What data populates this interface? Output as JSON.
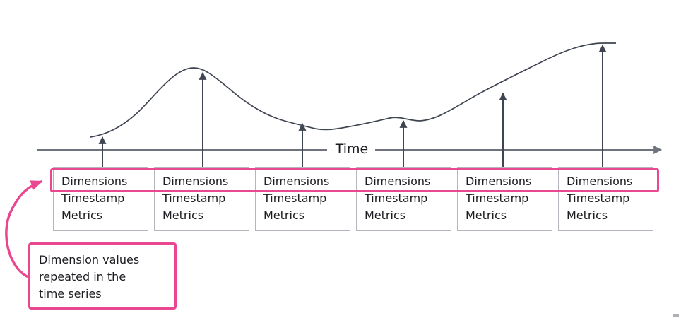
{
  "axis": {
    "label": "Time"
  },
  "records": [
    {
      "rows": [
        "Dimensions",
        "Timestamp",
        "Metrics"
      ]
    },
    {
      "rows": [
        "Dimensions",
        "Timestamp",
        "Metrics"
      ]
    },
    {
      "rows": [
        "Dimensions",
        "Timestamp",
        "Metrics"
      ]
    },
    {
      "rows": [
        "Dimensions",
        "Timestamp",
        "Metrics"
      ]
    },
    {
      "rows": [
        "Dimensions",
        "Timestamp",
        "Metrics"
      ]
    },
    {
      "rows": [
        "Dimensions",
        "Timestamp",
        "Metrics"
      ]
    }
  ],
  "callout": {
    "lines": [
      "Dimension values",
      "repeated in the",
      "time series"
    ]
  },
  "colors": {
    "pink": "#e9478f",
    "curve": "#3f4551",
    "axis": "#6f737d",
    "box-border": "#b5b5bd",
    "text": "#1c1c21"
  }
}
